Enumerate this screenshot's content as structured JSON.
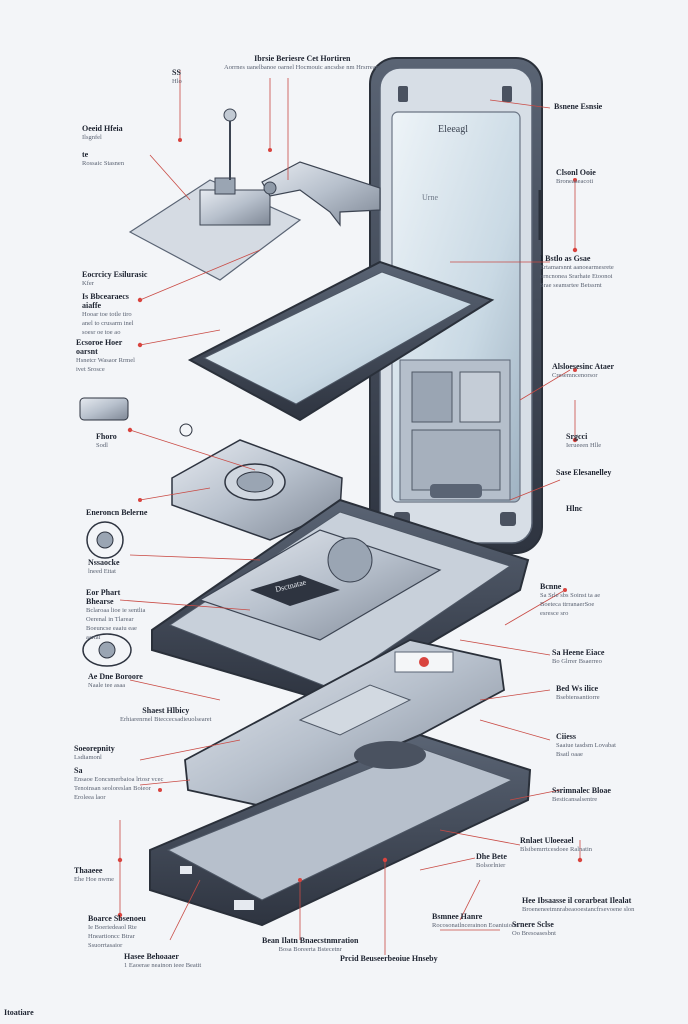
{
  "colors": {
    "accent": "#d9443f",
    "line": "#c94a44",
    "metal": "#8f9aa8",
    "metal_dark": "#3c4452",
    "screen": "#cfe0ea",
    "bg": "#f3f5f8"
  },
  "labels": {
    "top_center": {
      "h": "Ibrsie Beriesre Cet Hortiren",
      "s": "Aorrnes uanelbanoe oarnel Hocmouic ancsdse nm Hrsrreant"
    },
    "top_mark": {
      "h": "SS",
      "s": "Hlo"
    },
    "left_1": {
      "h": "Oeeid Hfeia",
      "s": "Ilsgnfel"
    },
    "left_1b": {
      "h": "te",
      "s": "Rossaic Stasnen"
    },
    "left_2": {
      "h": "Eocrcicy Esilurasic",
      "s": "Kfer"
    },
    "left_3": {
      "h": "Is Bbcearaecs aiaffe",
      "s": "Hooar toe totle tiro anel to crusarm inel soesr oe toe ao"
    },
    "left_4": {
      "h": "Ecsoroe Hoer oarsnt",
      "s": "Hsnetcr Wasaor Rrmel ivet Srosce"
    },
    "left_5": {
      "h": "Fhoro",
      "s": "Sodl"
    },
    "left_6": {
      "h": "Eneroncn Belerne",
      "s": ""
    },
    "left_7": {
      "h": "Nssaocke",
      "s": "lneed Ettat"
    },
    "left_8": {
      "h": "Eor Phart Bhearse",
      "s": "Bclaroaa lioe ie sentlia Oerenal in Tlarear Boeuncse eaaiu eae aartal"
    },
    "left_9": {
      "h": "Ae Dne Boroore",
      "s": "Naale tee asaa"
    },
    "center_1": {
      "h": "Shaest Hlbicy",
      "s": "Erhiarenrnel Bteccecsadieuolsearet"
    },
    "left_10": {
      "h": "Soeorepnity",
      "s": "Lsdiamonl"
    },
    "left_11": {
      "h": "Sa",
      "s": "Ensaoe Eoncsmerbaioa lrtosr vcec Tenoinsan seoloreslan Boieor Eroleea laor"
    },
    "left_12": {
      "h": "Thaaeee",
      "s": "Ehe Hoe nwme"
    },
    "left_13": {
      "h": "Boarce Sbsenoeu",
      "s": "Ie Boeriedeaol Rte Hneartioncc Btrar Ssuorrtasaior"
    },
    "bottom_left": {
      "h": "Hasee Behoaaer",
      "s": "1 Eaoerae neainon ieee Beatit"
    },
    "bottom_mid": {
      "h": "Bean Ilatn Bnaecstnmration",
      "s": "Bosa Boreerta Bstecetnr"
    },
    "bottom_mid2": {
      "h": "Prcid Beuseerbeoiue Hnseby",
      "s": ""
    },
    "bottom_right": {
      "h": "Bsmnee Hanre",
      "s": "Rocosonatlncerainon Eoaniuioon"
    },
    "right_1": {
      "h": "Bsnene Esnsie",
      "s": ""
    },
    "right_2": {
      "h": "Clsonl Ooie",
      "s": "Broneaaeacoti"
    },
    "right_3": {
      "h": "I Bstlo as Gsae",
      "s": "Ertamarsnnt aanoearmesrete orncnonea Srarhate Etoonoi Srae seamsrtee Betssrnt"
    },
    "right_4": {
      "h": "Alsloesesinc Ataer",
      "s": "Cresemncenorsor"
    },
    "right_5": {
      "h": "Srgcci",
      "s": "Ierueeen Hlle"
    },
    "right_6": {
      "h": "Sase Elesanelley",
      "s": ""
    },
    "right_7": {
      "h": "Hlnc",
      "s": ""
    },
    "right_8": {
      "h": "Bcnne",
      "s": "Sa Srle sbs Soinst ta ae Boeteca ttrranaerSoe esresce sro"
    },
    "right_9": {
      "h": "Sa Heene Eiace",
      "s": "Bo Glrrer Bsaerreo"
    },
    "right_10": {
      "h": "Bed Ws ilice",
      "s": "Bsebiensantiorre"
    },
    "right_11": {
      "h": "Ciiess",
      "s": "Saaiue tasdsm Lovabat Bsatl oaae"
    },
    "right_12": {
      "h": "Ssrimnalec Bloae",
      "s": "Besticansalsentre"
    },
    "right_13": {
      "h": "Rnlaet Uloeeael",
      "s": "Blsibemrrtcesdoee Ralnatin"
    },
    "right_14": {
      "h": "Dhe Bete",
      "s": "Bolsorlnier"
    },
    "right_15": {
      "h": "Hee Ibsaasse il corarbeat Ilealat",
      "s": "Broeneneetmnrabeaooestancfrsevoene slon"
    },
    "right_16": {
      "h": "Srnere Sclse",
      "s": "Oo Bresoasesbnt"
    }
  },
  "phone": {
    "screen_title": "Eleeagl",
    "badge_text": "Dsctnatae",
    "inner_tag": "Urne"
  },
  "footer": "Itoatiare"
}
